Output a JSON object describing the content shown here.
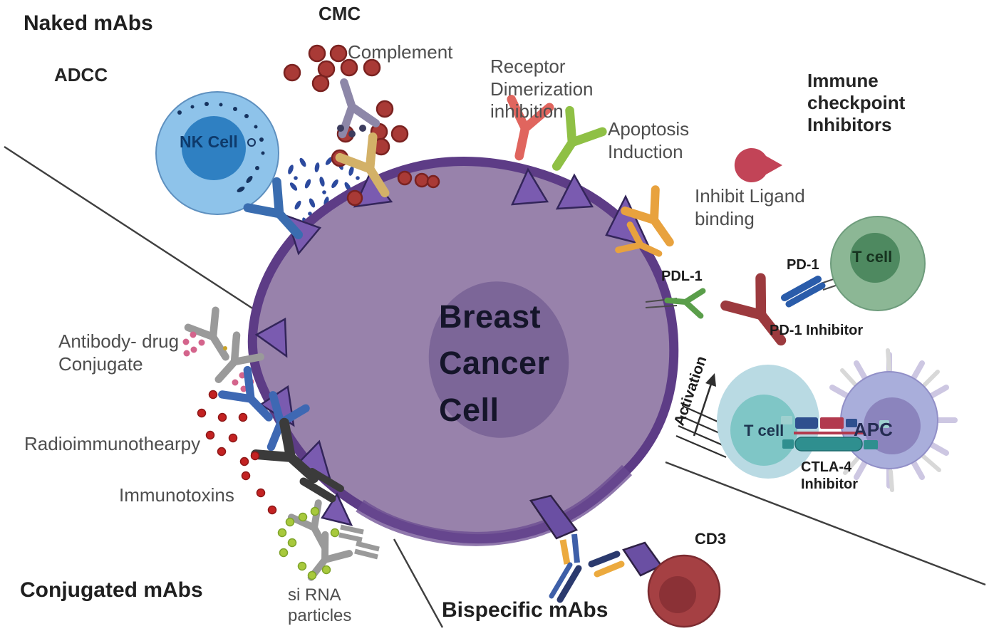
{
  "diagram_title": "Breast cancer cell monoclonal antibody therapy mechanisms",
  "headings": {
    "naked_mabs": "Naked mAbs",
    "conjugated_mabs": "Conjugated mAbs",
    "bispecific_mabs": "Bispecific mAbs",
    "immune_checkpoint": "Immune\ncheckpoint\nInhibitors",
    "cmc": "CMC",
    "adcc": "ADCC"
  },
  "cells": {
    "breast_cancer_cell": "Breast\nCancer\nCell",
    "nk_cell": "NK Cell",
    "t_cell_checkpoint": "T cell",
    "t_cell_activation": "T cell",
    "apc": "APC",
    "cd3": "CD3"
  },
  "mechanisms": {
    "complement": "Complement",
    "receptor_dimerization": "Receptor\nDimerization\ninhibition",
    "apoptosis_induction": "Apoptosis\nInduction",
    "inhibit_ligand_binding": "Inhibit Ligand\nbinding",
    "pdl1": "PDL-1",
    "pd1": "PD-1",
    "pd1_inhibitor": "PD-1 Inhibitor",
    "activation": "Activation",
    "ctla4_inhibitor": "CTLA-4\nInhibitor",
    "antibody_drug_conjugate": "Antibody- drug\nConjugate",
    "radioimmunotherapy": "Radioimmunothearpy",
    "immunotoxins": "Immunotoxins",
    "sirna_particles": "si RNA\nparticles"
  },
  "colors": {
    "cancer_cell_fill": "#9882ab",
    "cancer_cell_border": "#5d3c86",
    "cancer_nucleus": "#7c6698",
    "receptor_spike": "#7a5bb0",
    "nk_fill": "#8ec3ea",
    "nk_nucleus": "#2f80c2",
    "t_cell_fill": "#8cb795",
    "t_cell_nucleus": "#4e8960",
    "t_cell_teal_fill": "#b9dae3",
    "t_cell_teal_nucleus": "#7fc6c6",
    "apc_fill": "#a9aedb",
    "apc_nucleus": "#8b84bd",
    "cd3_fill": "#a54043",
    "complement_dot": "#a93a36",
    "antibody_blue": "#3a6db0",
    "antibody_yellow": "#d3b168",
    "antibody_red": "#e0655e",
    "antibody_green": "#8fc045",
    "antibody_orange": "#e8a23e",
    "antibody_gray": "#9a9a9a",
    "antibody_dark": "#3b3b3b",
    "antibody_maroon": "#9c3a3e",
    "antibody_purple_gray": "#8d87a8",
    "dot_pink": "#d4648c",
    "dot_red": "#c32222",
    "dot_lime": "#a8c93c",
    "pd1_receptor": "#2a5caa",
    "ctla4_teal": "#2f8f8f",
    "bispecific_linker": "#6a4fa3",
    "divider_line": "#3f3f3f"
  }
}
